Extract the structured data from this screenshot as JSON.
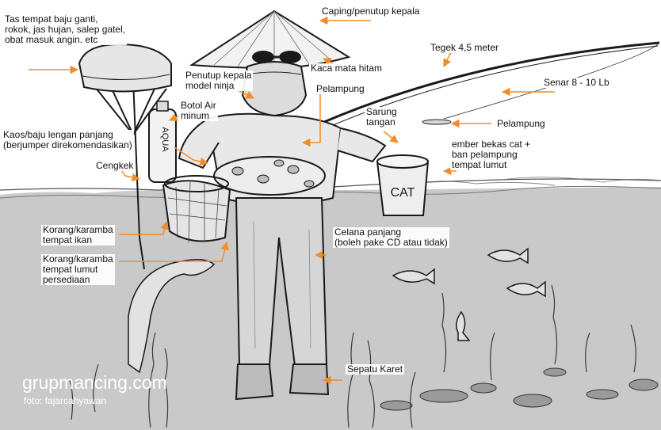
{
  "labels": {
    "caping": "Caping/penutup kepala",
    "tas": "Tas tempat baju ganti,\nrokok, jas hujan, salep gatel,\nobat masuk angin. etc",
    "kacamata": "Kaca mata hitam",
    "tegek": "Tegek 4,5 meter",
    "penutup_ninja": "Penutup kepala\nmodel ninja",
    "senar": "Senar 8 - 10 Lb",
    "botol": "Botol Air\nminum",
    "pelampung_top": "Pelampung",
    "sarung": "Sarung\ntangan",
    "pelampung_right": "Pelampung",
    "kaos": "Kaos/baju lengan panjang\n(berjumper direkomendasikan)",
    "ember": "ember bekas cat +\nban pelampung\ntempat lumut",
    "cengkek": "Cengkek",
    "korang_ikan": "Korang/karamba\ntempat ikan",
    "celana": "Celana panjang\n(boleh pake CD atau tidak)",
    "korang_lumut": "Korang/karamba\ntempat lumut\npersediaan",
    "sepatu": "Sepatu Karet"
  },
  "drawing": {
    "bucket_text": "CAT",
    "bottle_text": "AQUA"
  },
  "credits": {
    "site": "grupmancing.com",
    "photo": "foto: fajarcahyawan"
  },
  "colors": {
    "arrow": "#f28c28",
    "ink": "#1a1a1a",
    "water": "#c6c6c6",
    "background": "#ffffff"
  }
}
